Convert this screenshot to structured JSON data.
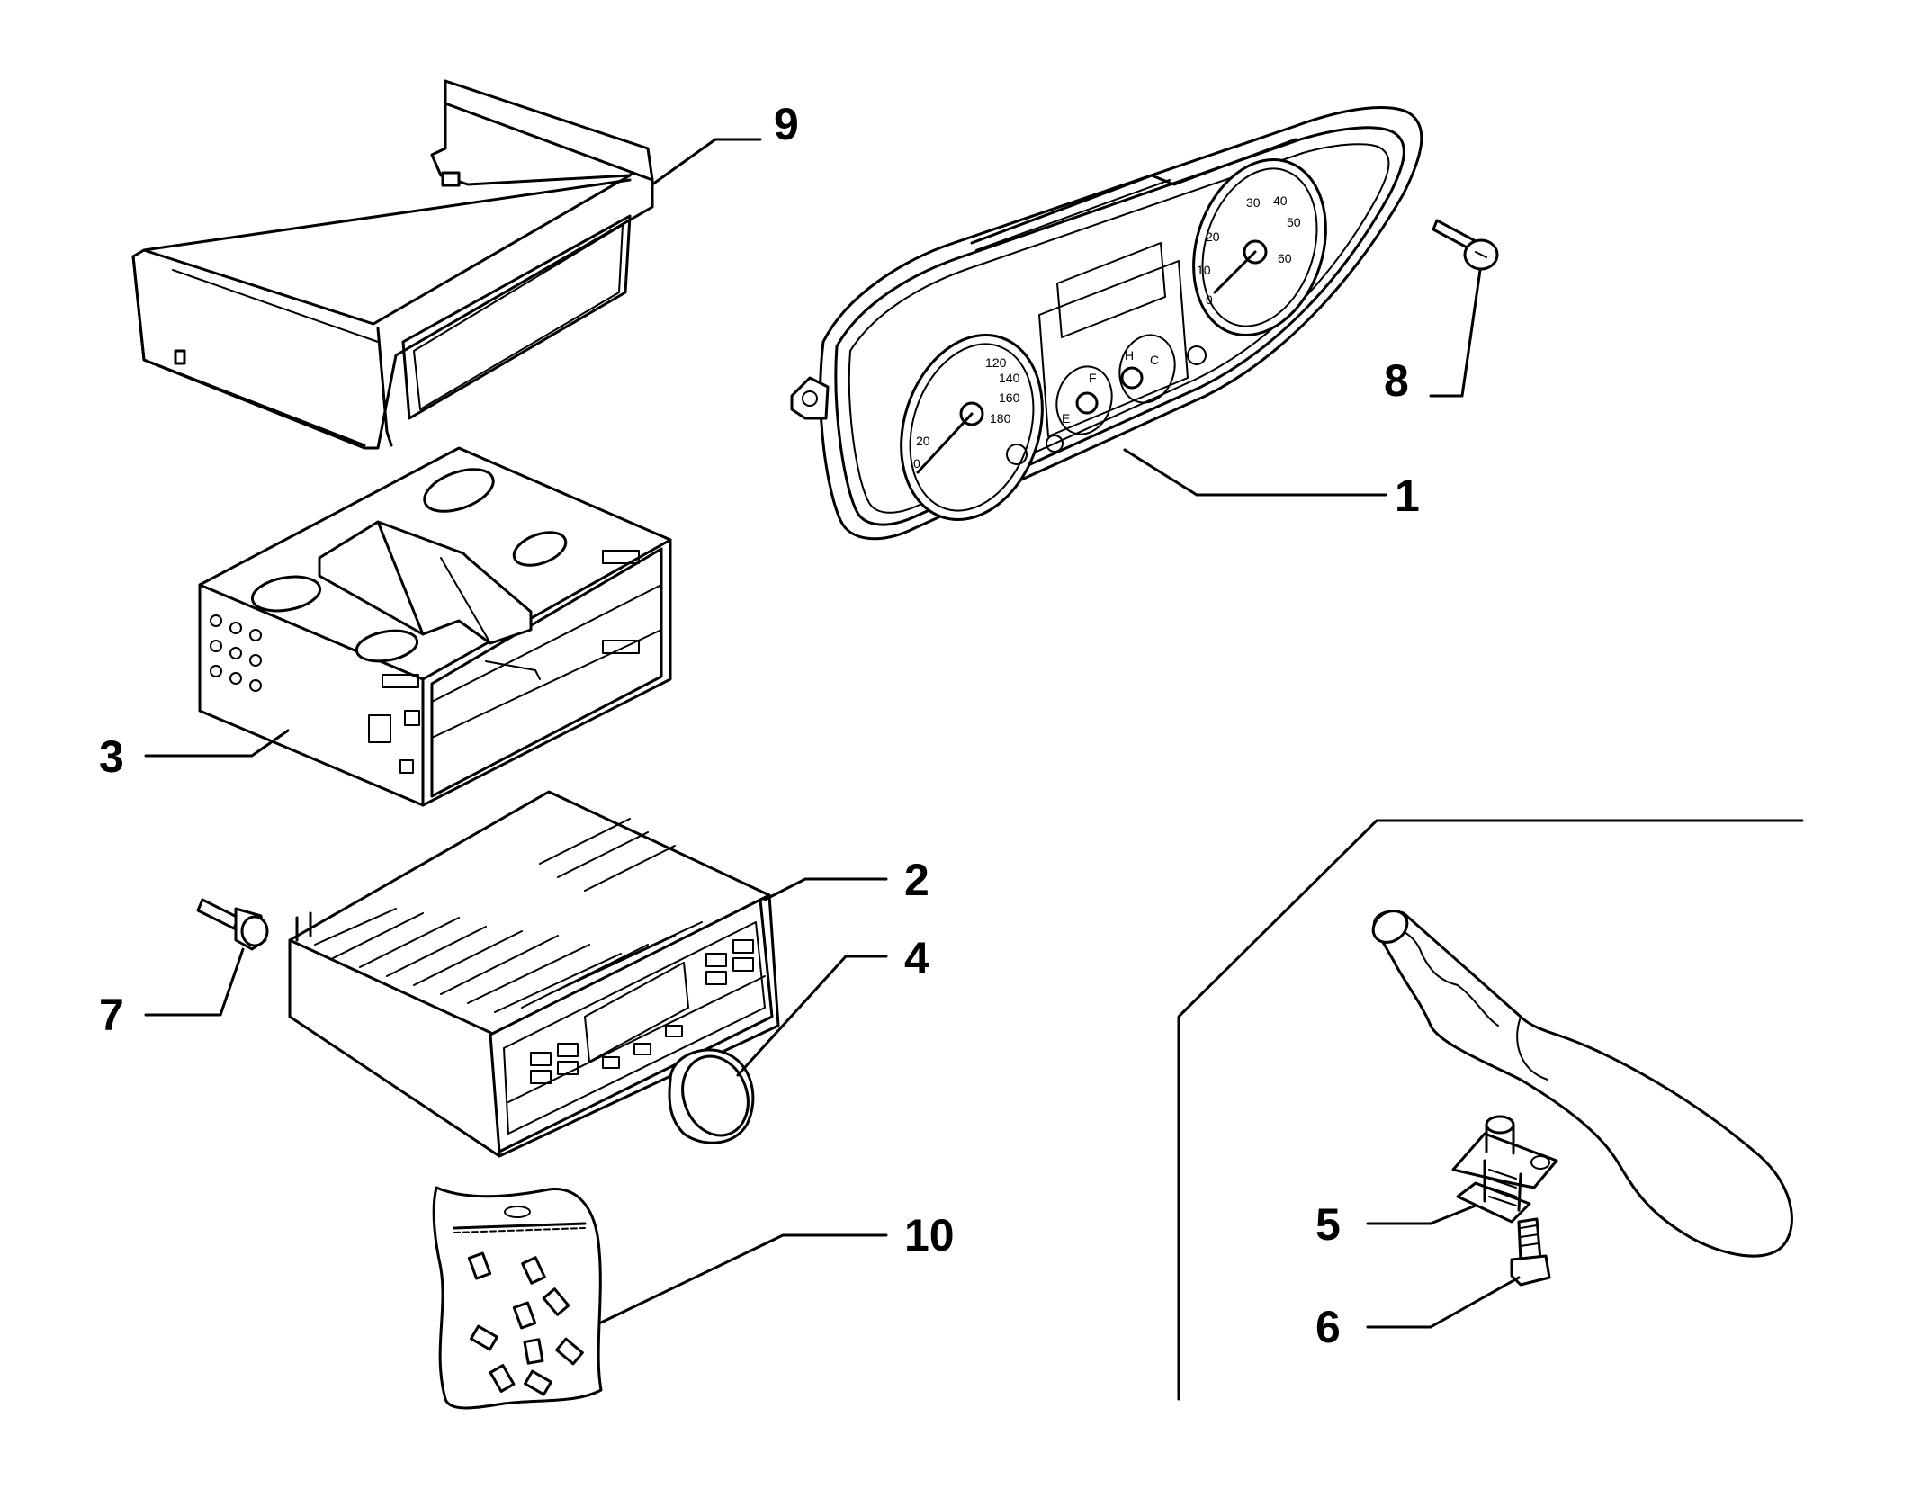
{
  "diagram": {
    "callouts": [
      {
        "id": "1",
        "label": "1"
      },
      {
        "id": "2",
        "label": "2"
      },
      {
        "id": "3",
        "label": "3"
      },
      {
        "id": "4",
        "label": "4"
      },
      {
        "id": "5",
        "label": "5"
      },
      {
        "id": "6",
        "label": "6"
      },
      {
        "id": "7",
        "label": "7"
      },
      {
        "id": "8",
        "label": "8"
      },
      {
        "id": "9",
        "label": "9"
      },
      {
        "id": "10",
        "label": "10"
      }
    ],
    "speedometer_scale": [
      "0",
      "20",
      "120",
      "140",
      "160",
      "180"
    ],
    "tachometer_scale": [
      "0",
      "10",
      "20",
      "30",
      "40",
      "50",
      "60"
    ],
    "fuel_gauge_marks": [
      "E",
      "F"
    ],
    "temp_gauge_marks": [
      "H",
      "C"
    ]
  }
}
